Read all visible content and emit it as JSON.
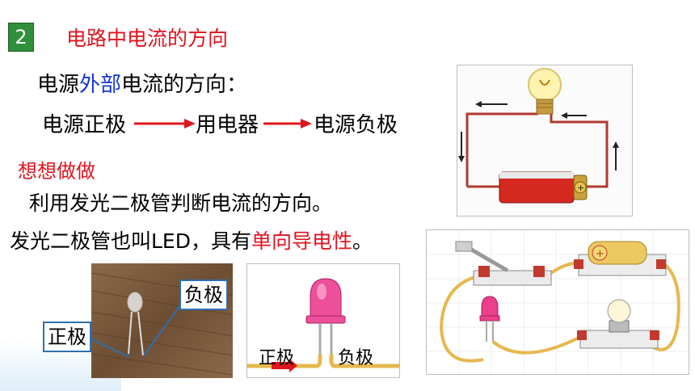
{
  "section": {
    "number": "2",
    "title": "电路中电流的方向"
  },
  "outside_direction": {
    "prefix": "电源",
    "highlight": "外部",
    "suffix": "电流的方向："
  },
  "flow": {
    "step1": "电源正极",
    "step2": "用电器",
    "step3": "电源负极"
  },
  "activity": {
    "heading": "想想做做",
    "sentence": "利用发光二极管判断电流的方向。",
    "note_prefix": "发光二极管也叫LED，具有",
    "note_highlight": "单向导电性",
    "note_suffix": "。"
  },
  "photo_labels": {
    "negative": "负极",
    "positive": "正极"
  },
  "led_diagram_labels": {
    "positive": "正极",
    "negative": "负极"
  },
  "colors": {
    "title_red": "#e0141e",
    "highlight_blue": "#1437d8",
    "arrow_red": "#e0141e",
    "badge_green": "#2f8f3a"
  }
}
